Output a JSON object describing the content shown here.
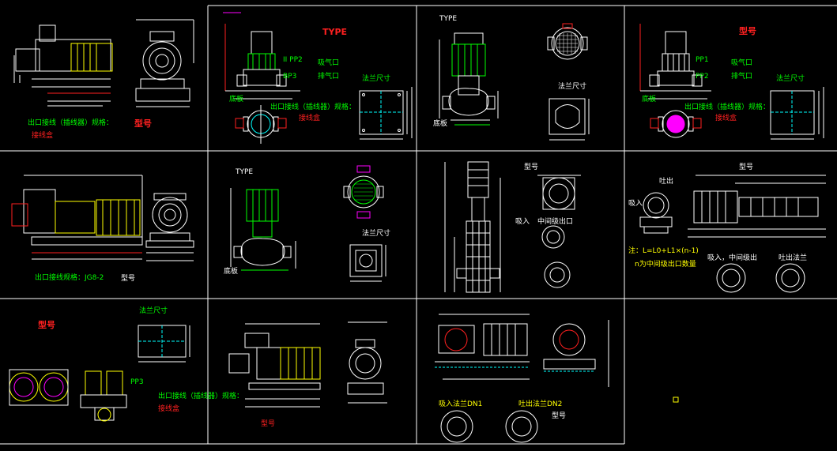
{
  "colors": {
    "background": "#000000",
    "frame": "#ffffff",
    "outline": "#ffffff",
    "motor": "#ffff00",
    "pump_green": "#00ff00",
    "dimension": "#ff2020",
    "magenta": "#ff00ff",
    "cyan": "#00ffff",
    "text_red": "#ff2020",
    "text_green": "#00ff00",
    "text_white": "#ffffff"
  },
  "panels": [
    {
      "id": "p1",
      "labels": [
        "出口接线（插线器）规格：",
        "型号",
        "接线盒"
      ]
    },
    {
      "id": "p2",
      "labels": [
        "TYPE",
        "II PP2",
        "BP3",
        "吸气口",
        "排气口",
        "法兰尺寸",
        "出口接线（插线器）规格：",
        "接线盒",
        "底板"
      ]
    },
    {
      "id": "p3",
      "labels": [
        "TYPE",
        "法兰尺寸",
        "底板"
      ]
    },
    {
      "id": "p4",
      "labels": [
        "型号",
        "PP1",
        "PP2",
        "吸气口",
        "排气口",
        "法兰尺寸",
        "出口接线（插线器）规格：",
        "接线盒",
        "底板"
      ]
    },
    {
      "id": "p5",
      "labels": [
        "出口接线规格：JG8-2",
        "型号"
      ]
    },
    {
      "id": "p6",
      "labels": [
        "TYPE",
        "法兰尺寸",
        "底板"
      ]
    },
    {
      "id": "p7",
      "labels": [
        "型号",
        "吸入",
        "中间级出口"
      ]
    },
    {
      "id": "p8",
      "labels": [
        "型号",
        "吐出",
        "吸入",
        "注：L=L0+L1×(n-1)",
        "n为中间级出口数量",
        "吸入，中间级出",
        "吐出法兰"
      ]
    },
    {
      "id": "p9",
      "labels": [
        "型号",
        "法兰尺寸",
        "PP3",
        "出口接线（插线器）规格：",
        "接线盒"
      ]
    },
    {
      "id": "p10",
      "labels": [
        "型号"
      ]
    },
    {
      "id": "p11",
      "labels": [
        "吸入法兰DN1",
        "吐出法兰DN2",
        "型号"
      ]
    },
    {
      "id": "p12",
      "labels": []
    }
  ]
}
